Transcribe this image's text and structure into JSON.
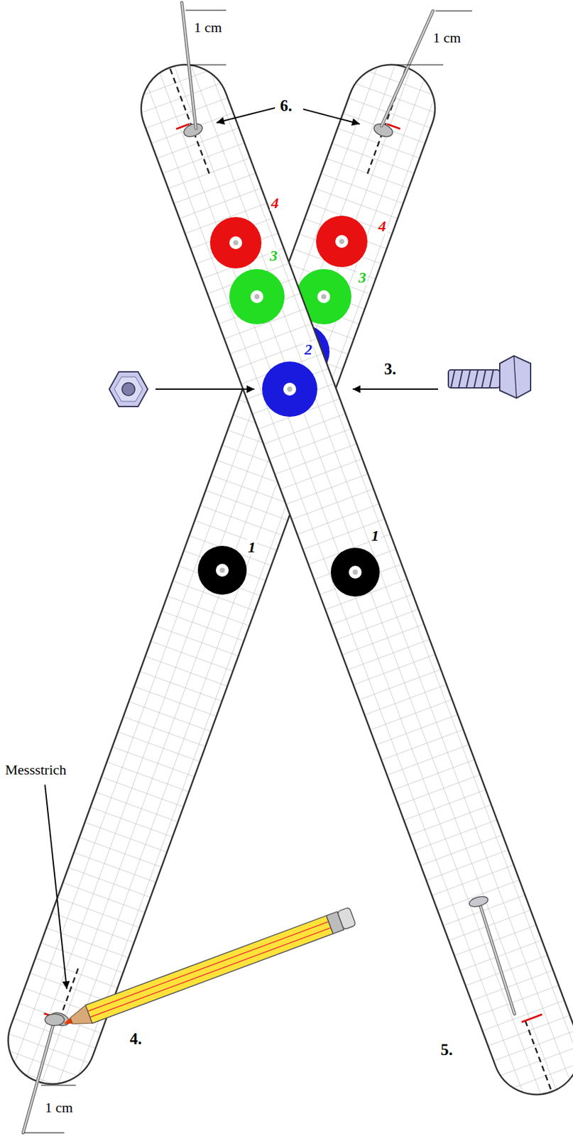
{
  "diagram": {
    "labels": [
      "1 cm",
      "1 cm",
      "6.",
      "4",
      "4",
      "3",
      "3",
      "2",
      "3.",
      "1",
      "1",
      "Messstrich",
      "4.",
      "5.",
      "1 cm"
    ]
  }
}
